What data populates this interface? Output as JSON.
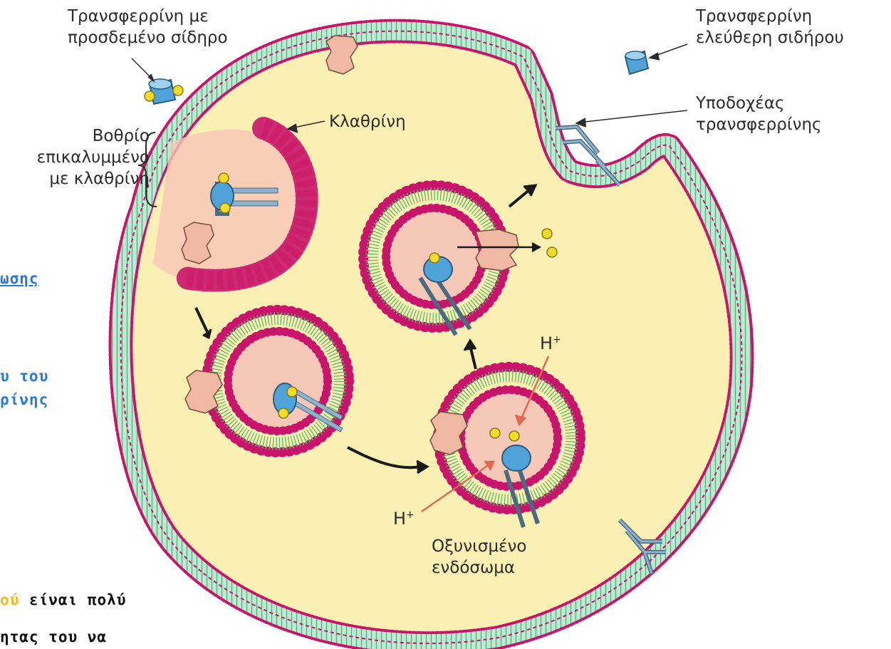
{
  "labels": {
    "transferrin_bound_line1": "Τρανσφερρίνη με",
    "transferrin_bound_line2": "προσδεμένο σίδηρο",
    "transferrin_free_line1": "Τρανσφερρίνη",
    "transferrin_free_line2": "ελεύθερη σιδήρου",
    "receptor_line1": "Υποδοχέας",
    "receptor_line2": "τρανσφερρίνης",
    "clathrin": "Κλαθρίνη",
    "pit_line1": "Βοθρίο",
    "pit_line2": "επικαλυμμένο",
    "pit_line3": "με κλαθρίνη",
    "proton_a": "H",
    "proton_b": "H",
    "proton_sup": "+",
    "endosome_line1": "Οξυνισμένο",
    "endosome_line2": "ενδόσωμα"
  },
  "slide_fragments": {
    "frag1": "ωσης",
    "frag2": "υ του",
    "frag3": "ρίνης",
    "frag4_highlight": "ού",
    "frag4_rest": " είναι πολύ",
    "frag5": "ητας του να"
  },
  "colors": {
    "cytoplasm": "#fbf0b4",
    "membrane_head": "#c8146a",
    "membrane_tail": "#55b86a",
    "membrane_core": "#b9e6d6",
    "clathrin": "#e9876a",
    "transferrin": "#4fa3d9",
    "iron": "#f2dc2a",
    "vesicle_lumen": "#f6c8b8",
    "receptor": "#8fb2cc",
    "arrow": "#1a1a1a",
    "proton_arrow": "#e06a50"
  }
}
